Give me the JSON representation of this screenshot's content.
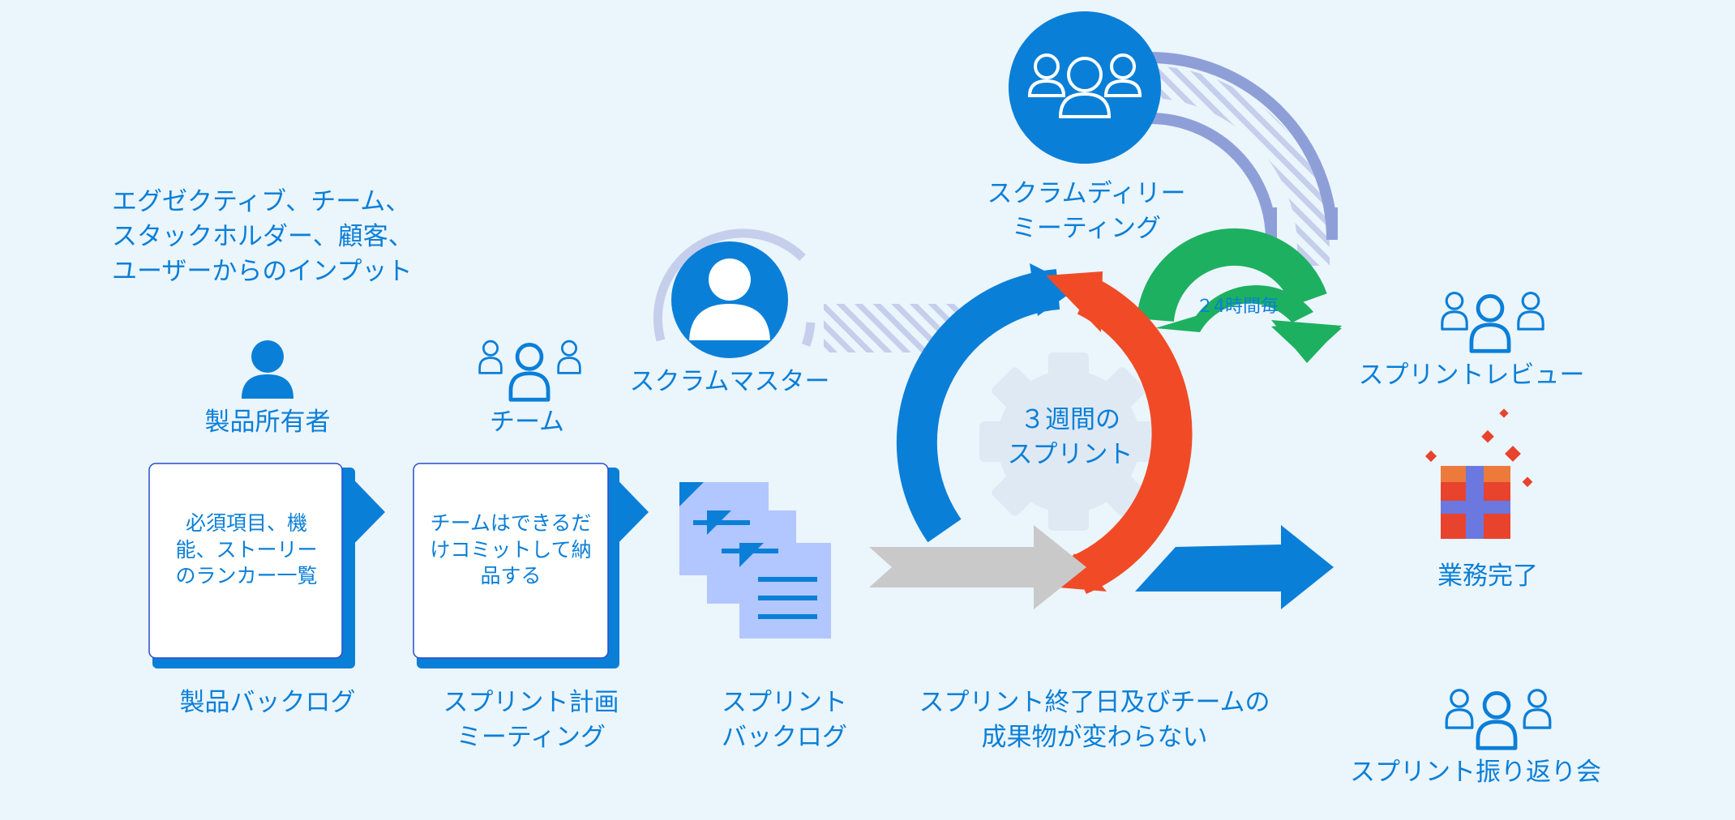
{
  "inputs": "エグゼクティブ、チーム、\nスタックホルダー、顧客、\nユーザーからのインプット",
  "product_owner": "製品所有者",
  "team": "チーム",
  "scrum_master": "スクラムマスター",
  "daily_meeting": "スクラムディリー\nミーティング",
  "every_24h": "２4時間毎",
  "sprint_cycle": "３週間の\nスプリント",
  "sprint_review": "スプリントレビュー",
  "work_done": "業務完了",
  "retrospective": "スプリント振り返り会",
  "product_backlog_card": "必須項目、機\n能、ストーリー\nのランカー一覧",
  "product_backlog": "製品バックログ",
  "planning_card": "チームはできるだ\nけコミットして納\n品する",
  "planning_meeting": "スプリント計画\nミーティング",
  "sprint_backlog": "スプリント\nバックログ",
  "unchanged_note": "スプリント終了日及びチームの\n成果物が変わらない",
  "colors": {
    "primary_blue": "#0a7fd8",
    "background": "#ebf5fc",
    "red_arrow": "#f04b26",
    "green_arrow": "#1db060",
    "gray_arrow": "#c9c9c9",
    "lavender": "#8e9fd8",
    "doc_blue": "#b2c6ff",
    "gift_orange": "#ec7a3b",
    "gift_red": "#e8432d"
  },
  "icons": [
    "person-icon",
    "group-icon",
    "scrum-master-icon",
    "daily-meeting-icon",
    "document-stack-icon",
    "gear-icon",
    "gift-icon",
    "review-group-icon",
    "retrospective-group-icon"
  ]
}
